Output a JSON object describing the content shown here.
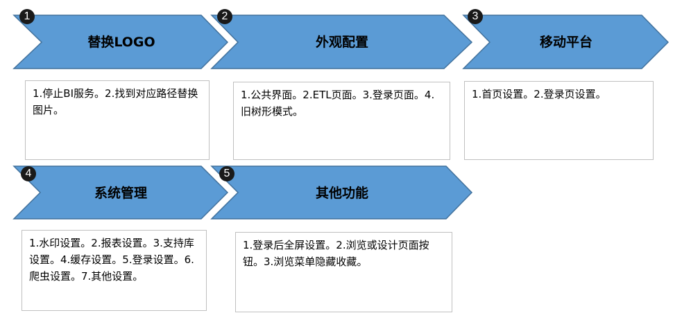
{
  "colors": {
    "arrow_fill": "#5b9bd5",
    "arrow_stroke": "#41719c",
    "badge_bg": "#1a1a1a",
    "box_border": "#bfbfbf"
  },
  "steps": [
    {
      "number": "1",
      "title": "替换LOGO",
      "description": "1.停止BI服务。2.找到对应路径替换图片。"
    },
    {
      "number": "2",
      "title": "外观配置",
      "description": "1.公共界面。2.ETL页面。3.登录页面。4.旧树形模式。"
    },
    {
      "number": "3",
      "title": "移动平台",
      "description": "1.首页设置。2.登录页设置。"
    },
    {
      "number": "4",
      "title": "系统管理",
      "description": "1.水印设置。2.报表设置。3.支持库设置。4.缓存设置。5.登录设置。6.爬虫设置。7.其他设置。"
    },
    {
      "number": "5",
      "title": "其他功能",
      "description": "1.登录后全屏设置。2.浏览或设计页面按钮。3.浏览菜单隐藏收藏。"
    }
  ]
}
